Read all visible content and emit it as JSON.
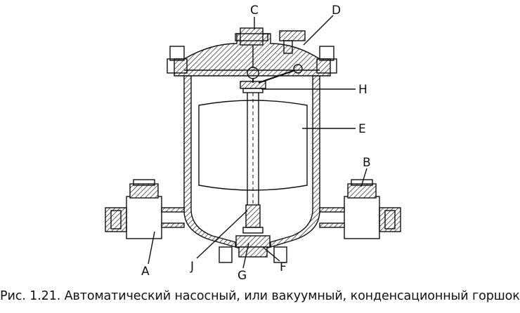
{
  "labels": {
    "A": "A",
    "B": "B",
    "C": "C",
    "D": "D",
    "E": "E",
    "F": "F",
    "G": "G",
    "H": "H",
    "J": "J"
  },
  "caption": "Рис. 1.21. Автоматический насосный, или вакуумный, конденсационный горшок"
}
